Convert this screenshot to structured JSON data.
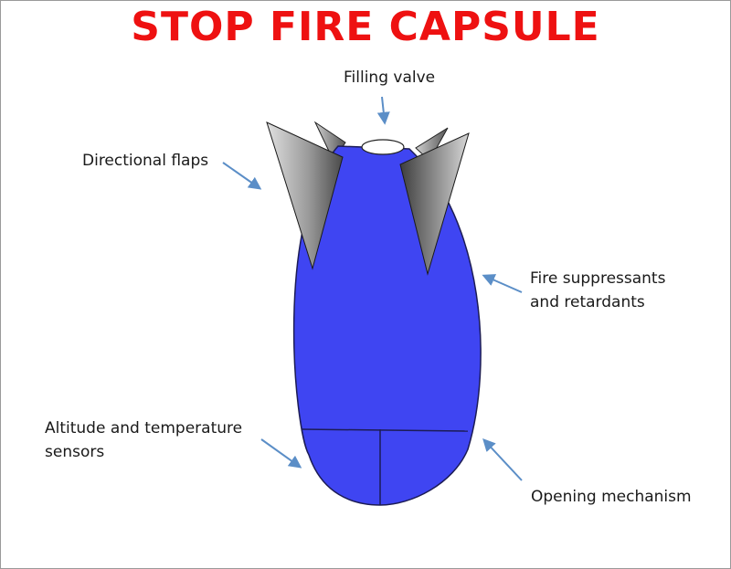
{
  "title": "STOP FIRE CAPSULE",
  "labels": {
    "filling_valve": "Filling valve",
    "directional_flaps": "Directional flaps",
    "fire_suppressants": [
      "Fire suppressants",
      "and retardants"
    ],
    "altitude_sensors": [
      "Altitude and temperature",
      "sensors"
    ],
    "opening_mechanism": "Opening mechanism"
  },
  "colors": {
    "title": "#ee1111",
    "capsule_body": "#3f45f2",
    "outline": "#1c1c55",
    "arrow": "#5b8ec7",
    "flap_light": "#d8d8d8",
    "flap_dark": "#4a4a4a"
  }
}
